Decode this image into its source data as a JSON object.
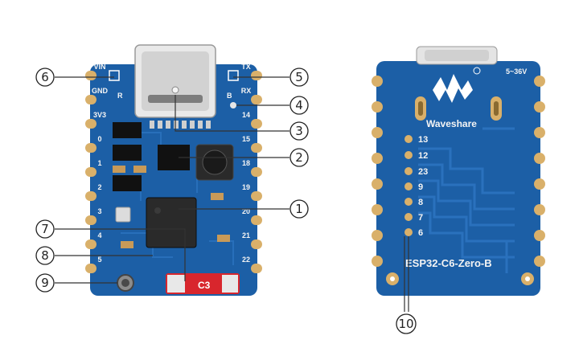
{
  "front": {
    "left_pins": [
      "VIN",
      "GND",
      "3V3",
      "0",
      "1",
      "2",
      "3",
      "4",
      "5"
    ],
    "right_pins": [
      "TX",
      "RX",
      "14",
      "15",
      "18",
      "19",
      "20",
      "21",
      "22"
    ],
    "led_labels": [
      "R",
      "B"
    ],
    "chip_label": "C3"
  },
  "back": {
    "brand": "Waveshare",
    "voltage": "5~36V",
    "pads": [
      "13",
      "12",
      "23",
      "9",
      "8",
      "7",
      "6"
    ],
    "model": "ESP32-C6-Zero-B"
  },
  "callouts": [
    "1",
    "2",
    "3",
    "4",
    "5",
    "6",
    "7",
    "8",
    "9",
    "10"
  ],
  "colors": {
    "pcb": "#1c5fa6",
    "pcb_dark": "#154a85",
    "trace": "#2a71bd",
    "gold": "#d9b06a",
    "silver": "#d6d6d6",
    "red_sticker": "#d8262d"
  }
}
